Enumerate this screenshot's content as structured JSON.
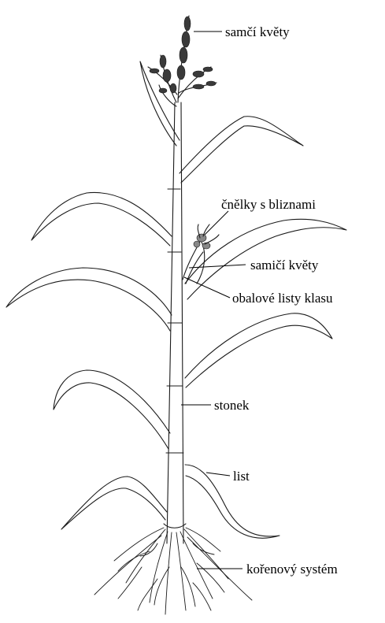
{
  "labels": {
    "male_flowers": "samčí květy",
    "styles_with_stigmas": "čnělky s bliznami",
    "female_flowers": "samičí květy",
    "ear_husks": "obalové listy klasu",
    "stem": "stonek",
    "leaf": "list",
    "root_system": "kořenový systém"
  }
}
